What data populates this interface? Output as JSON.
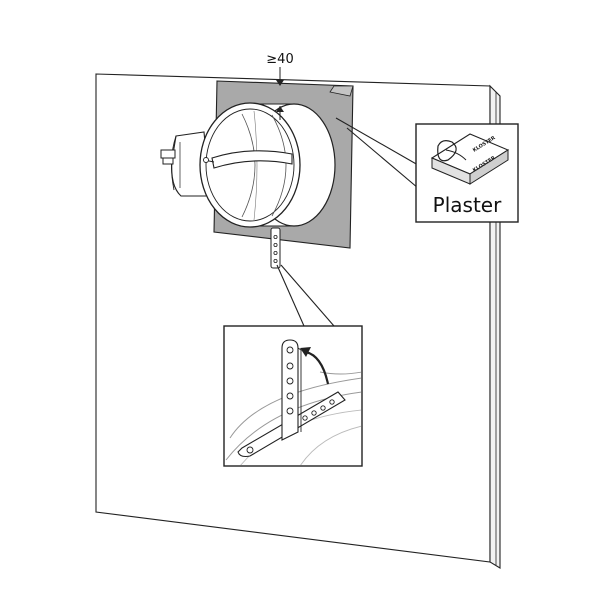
{
  "diagram": {
    "dimension_label": "≥40",
    "callout_label": "Plaster",
    "product_brand_mark": "KLOSTER"
  },
  "colors": {
    "stroke": "#222222",
    "wall_fill": "#ffffff",
    "collar_fill": "#a9a9a9",
    "damper_fill": "#ffffff",
    "shade": "#d9d9d9"
  }
}
